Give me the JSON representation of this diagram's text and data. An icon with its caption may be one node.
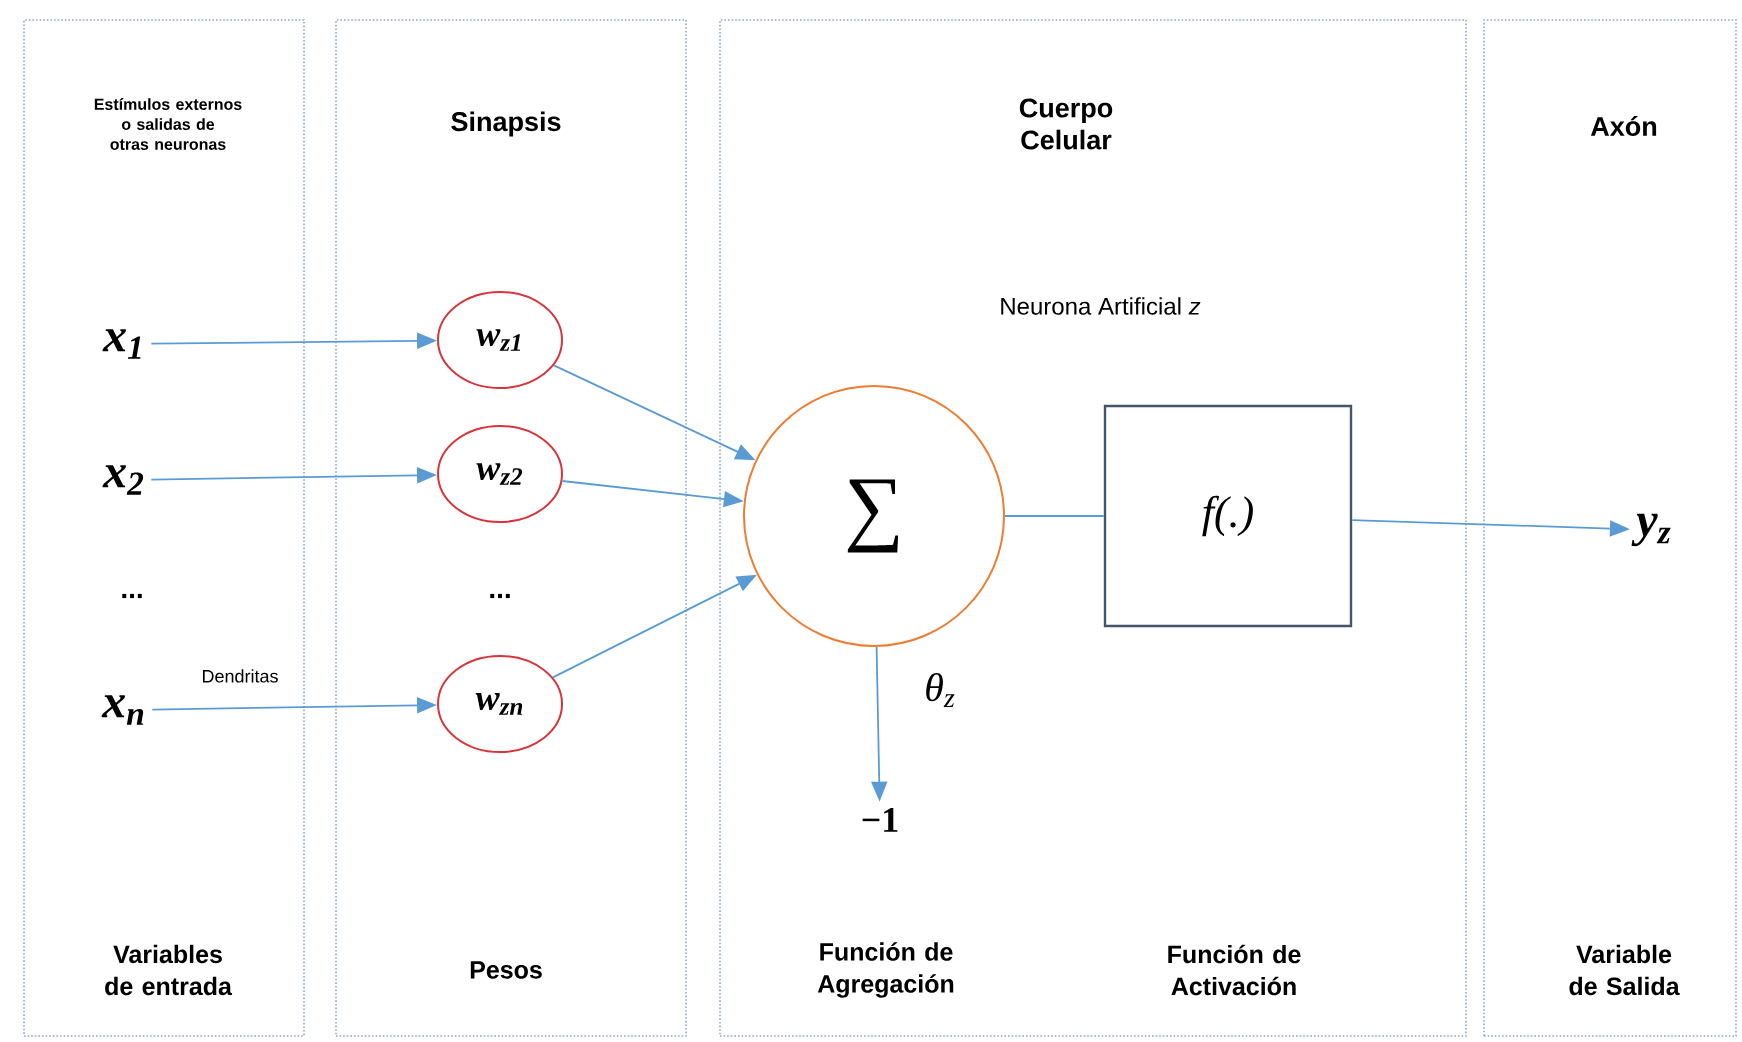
{
  "diagram": {
    "nodes": [
      {
        "text": [
          "Estímulos externos o salidas de otras neuronas",
          "Variables de entrada"
        ]
      },
      {
        "text": [
          "Sinapsis",
          "Pesos"
        ]
      },
      {
        "text": [
          "Cuerpo Celular",
          "Función de Agregación",
          "Función de Activación"
        ]
      },
      {
        "text": [
          "Axón",
          "Variable de Salida"
        ]
      },
      {
        "text": [
          "x$_{1}$"
        ],
        "in": 0
      },
      {
        "text": [
          "x$_{2}$"
        ],
        "in": 0
      },
      {
        "text": [
          "x$_{n}$"
        ],
        "in": 0
      },
      {
        "text": [
          "w$_{z1}$"
        ],
        "in": 1
      },
      {
        "text": [
          "w$_{z2}$"
        ],
        "in": 1
      },
      {
        "text": [
          "w$_{zn}$"
        ],
        "in": 1
      },
      {
        "text": [
          "∑"
        ],
        "in": 2
      },
      {
        "text": [
          "f(.)"
        ],
        "in": 2
      },
      {
        "text": [
          "−1"
        ],
        "in": 2
      },
      {
        "text": [
          "y$_{z}$"
        ],
        "in": 3
      }
    ],
    "edges": [
      {
        "from": 4,
        "to": 7,
        "arrow": "to"
      },
      {
        "from": 5,
        "to": 8,
        "arrow": "to"
      },
      {
        "from": 6,
        "to": 9,
        "arrow": "to",
        "label": "Dendritas"
      },
      {
        "from": 7,
        "to": 10,
        "arrow": "to"
      },
      {
        "from": 8,
        "to": 10,
        "arrow": "to"
      },
      {
        "from": 9,
        "to": 10,
        "arrow": "to"
      },
      {
        "from": 10,
        "to": 11,
        "arrow": "none"
      },
      {
        "from": 11,
        "to": 13,
        "arrow": "to"
      },
      {
        "from": 10,
        "to": 12,
        "arrow": "to",
        "label": "θ$_{z}$"
      }
    ],
    "labels": [
      "Neurona Artificial *z*",
      "...",
      "..."
    ]
  }
}
